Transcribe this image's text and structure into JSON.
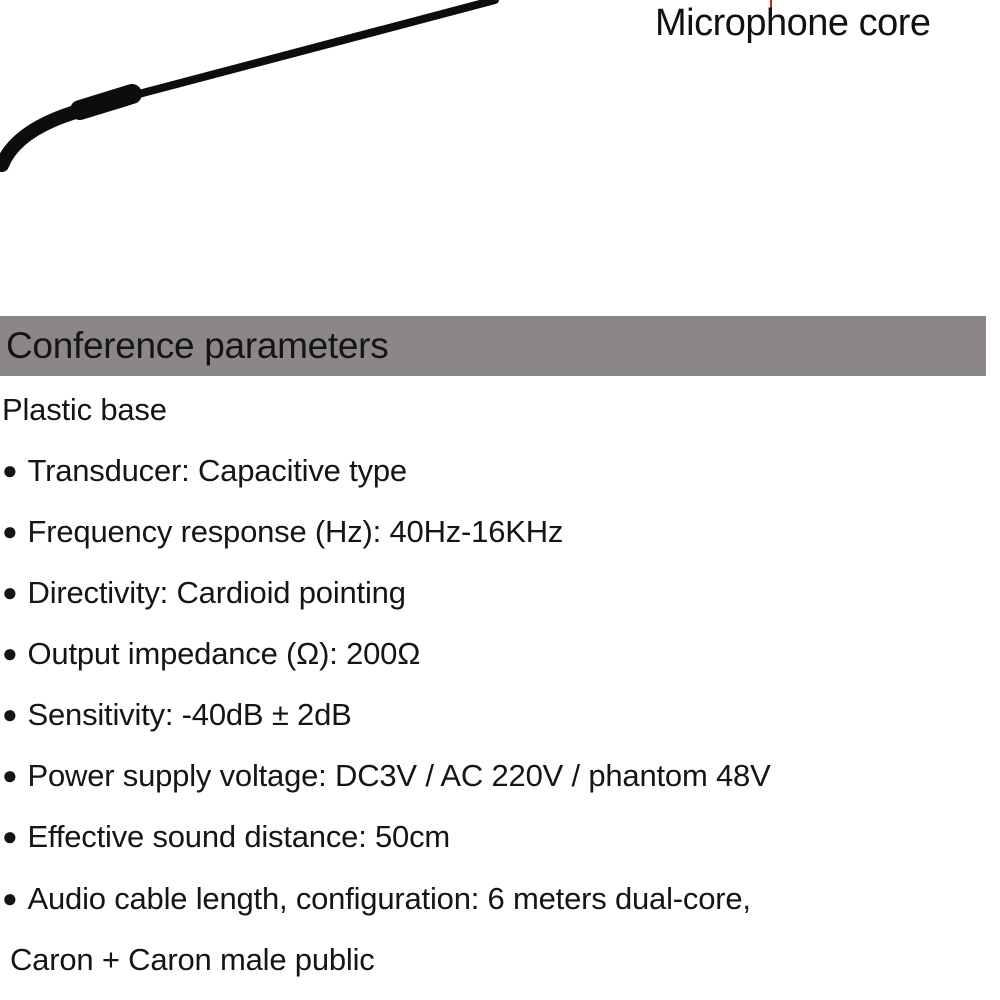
{
  "callout": {
    "label": "Microphone core",
    "marker_color": "#d22222"
  },
  "photo": {
    "subject": "black gooseneck microphone arm",
    "color": "#0d0d0d"
  },
  "section": {
    "title": "Conference parameters",
    "background": "#8b8787"
  },
  "specs": {
    "intro": "Plastic base",
    "bullet_glyph": "●",
    "items": [
      "Transducer: Capacitive type",
      "Frequency response (Hz): 40Hz-16KHz",
      "Directivity: Cardioid pointing",
      "Output impedance (Ω): 200Ω",
      "Sensitivity: -40dB ± 2dB",
      "Power supply voltage: DC3V / AC 220V / phantom 48V",
      "Effective sound distance: 50cm",
      "Audio cable length, configuration: 6 meters dual-core,"
    ],
    "continuation": "Caron + Caron male public"
  }
}
